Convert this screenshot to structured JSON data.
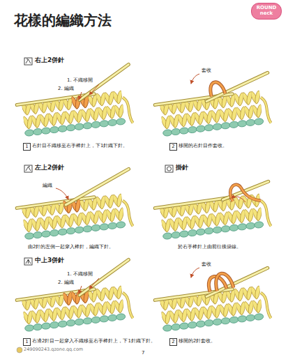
{
  "diagram": {
    "title": "花樣的編織方法",
    "nodes": [
      {
        "text": [
          "ROUND neck"
        ]
      },
      {
        "text": [
          "1"
        ]
      },
      {
        "text": [
          "2"
        ]
      },
      {
        "text": [
          "1"
        ]
      },
      {
        "text": [
          "2"
        ]
      }
    ],
    "labels": [
      "右上2併針",
      "1. 不織移開",
      "2. 編織",
      "右針目不織移至右手棒針上，下1針織下針。",
      "套收",
      "移開的右針目作套收。",
      "左上2併針",
      "編織",
      "由2針的左側一起穿入棒針，編織下針。",
      "掛針",
      "於右手棒針上由前往後掛線。",
      "中上3併針",
      "1. 不織移開",
      "2. 編織",
      "右邊2針目一起穿入不織移至右手棒針上，下1針織下針。",
      "套收",
      "移開的2針套收。",
      "7",
      "249090243.qzone.qq.com"
    ]
  }
}
